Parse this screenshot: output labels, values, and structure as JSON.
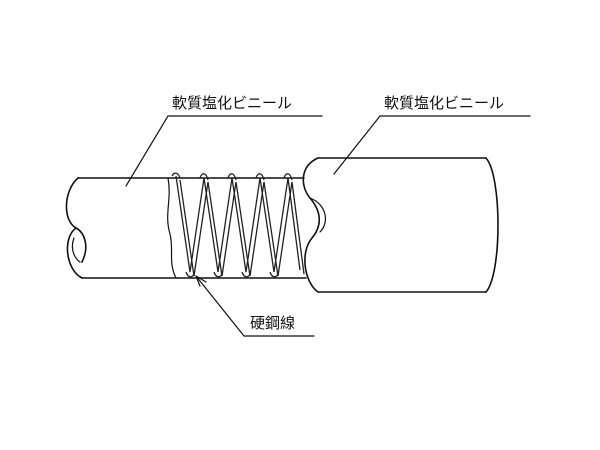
{
  "labels": {
    "outer_left": "軟質塩化ビニール",
    "outer_right": "軟質塩化ビニール",
    "wire": "硬鋼線"
  }
}
